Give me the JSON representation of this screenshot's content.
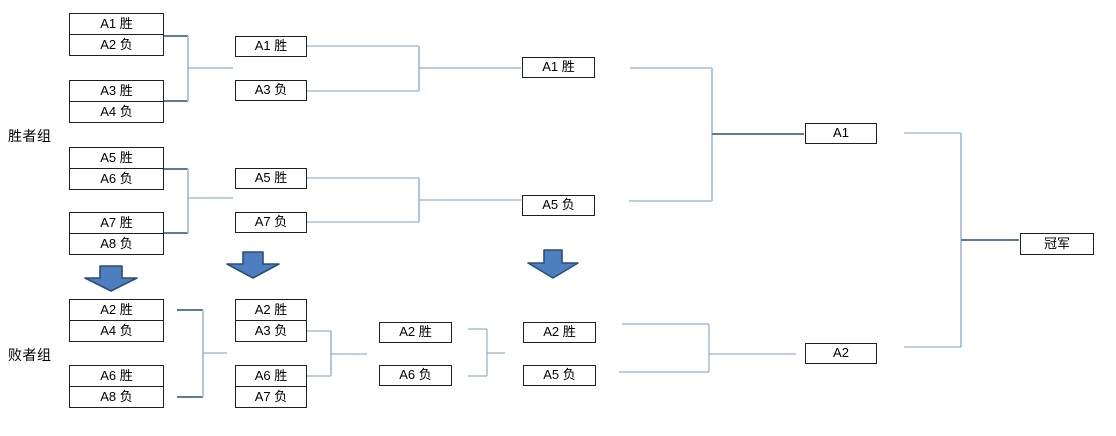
{
  "groups": {
    "winners_label": "胜者组",
    "losers_label": "败者组"
  },
  "winners": {
    "round1": [
      {
        "top": "A1 胜",
        "bottom": "A2 负"
      },
      {
        "top": "A3 胜",
        "bottom": "A4 负"
      },
      {
        "top": "A5 胜",
        "bottom": "A6 负"
      },
      {
        "top": "A7 胜",
        "bottom": "A8 负"
      }
    ],
    "round2": [
      "A1 胜",
      "A3 负",
      "A5 胜",
      "A7 负"
    ],
    "round3": [
      "A1 胜",
      "A5 负"
    ],
    "finalist": "A1"
  },
  "losers": {
    "round1": [
      {
        "top": "A2 胜",
        "bottom": "A4 负"
      },
      {
        "top": "A6 胜",
        "bottom": "A8 负"
      }
    ],
    "round2": [
      {
        "top": "A2 胜",
        "bottom": "A3 负"
      },
      {
        "top": "A6 胜",
        "bottom": "A7 负"
      }
    ],
    "round3": [
      "A2 胜",
      "A6 负"
    ],
    "round4": [
      "A2 胜",
      "A5 负"
    ],
    "finalist": "A2"
  },
  "champion_label": "冠军",
  "colors": {
    "connector_light": "#b3c7dc",
    "connector_mid": "#7f9cb8",
    "connector_dark": "#5d7d97",
    "arrow_fill": "#4d7ebf",
    "arrow_border": "#2c4d77",
    "box_border": "#1f1f1f"
  }
}
